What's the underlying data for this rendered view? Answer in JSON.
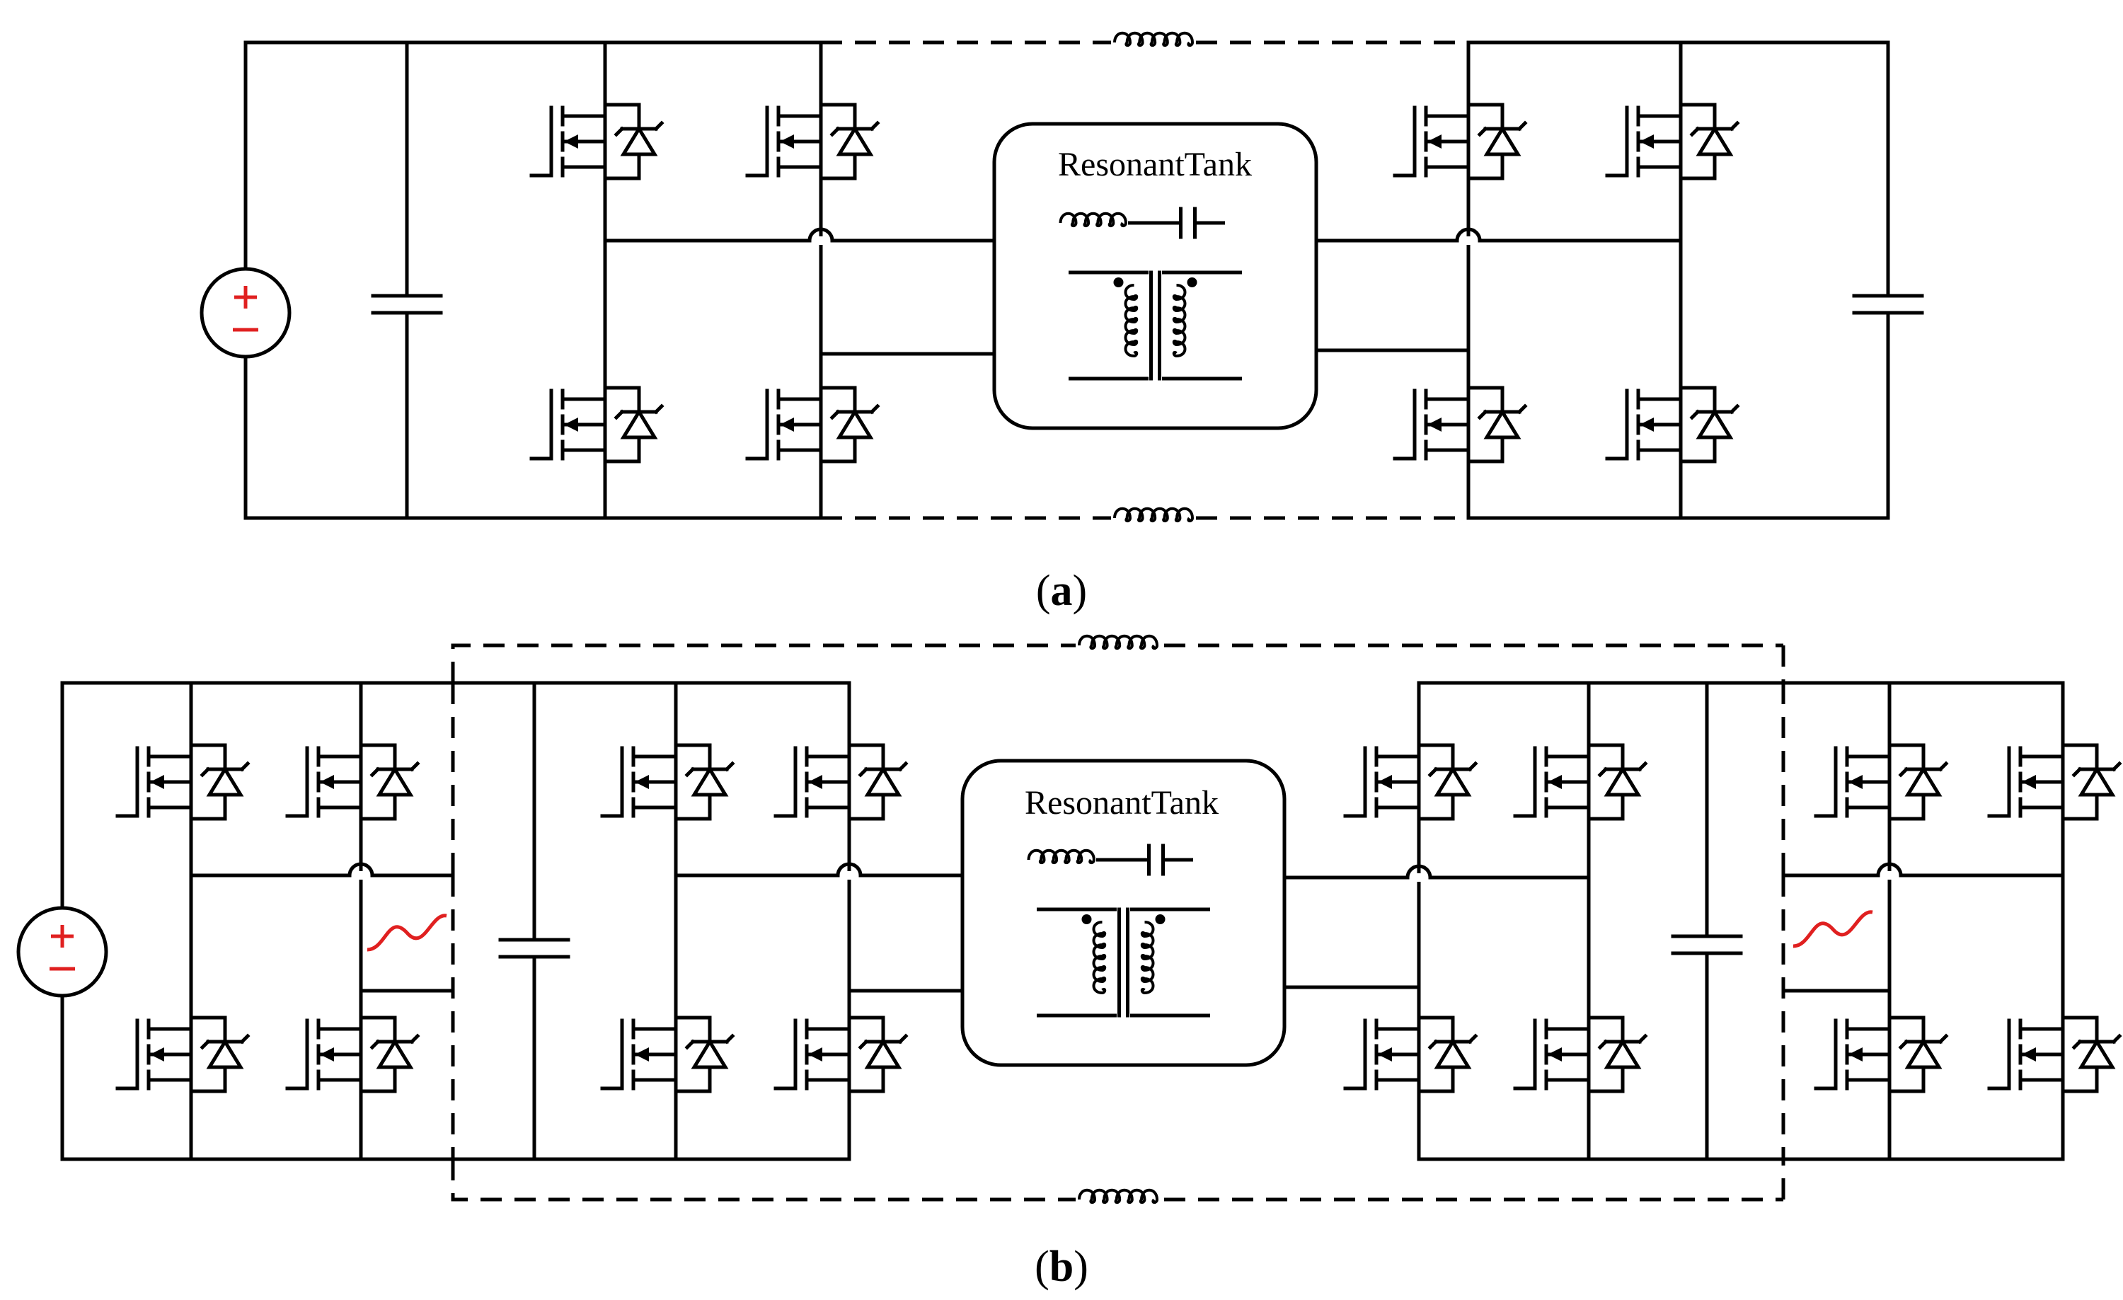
{
  "figure": {
    "panel_a": {
      "label_open": "(",
      "label_letter": "a",
      "label_close": ")",
      "tank_label": "ResonantTank"
    },
    "panel_b": {
      "label_open": "(",
      "label_letter": "b",
      "label_close": ")",
      "tank_label": "ResonantTank"
    }
  },
  "colors": {
    "wire": "#000000",
    "source_polarity": "#e02020",
    "ac_symbol": "#e02020"
  },
  "icons": [
    "mosfet-with-diode-icon",
    "capacitor-icon",
    "inductor-icon",
    "transformer-icon",
    "dc-source-icon",
    "ac-sine-icon"
  ]
}
